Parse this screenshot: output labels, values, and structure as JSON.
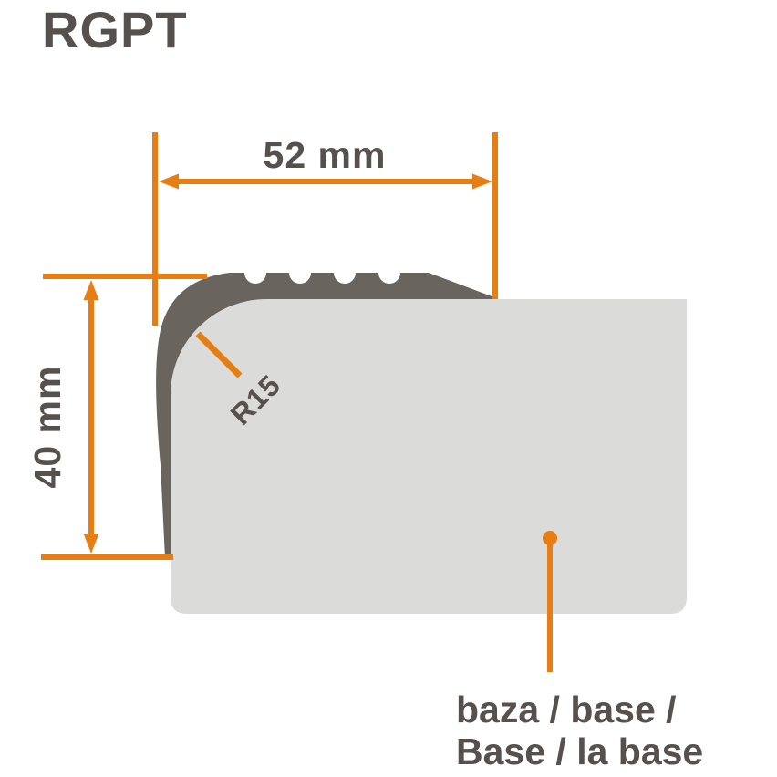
{
  "title": "RGPT",
  "colors": {
    "accent_orange": "#E67E14",
    "profile_dark_gray": "#6A645F",
    "base_light_gray": "#DBDBD9",
    "text_gray": "#57514E",
    "background": "#FFFFFF"
  },
  "dimensions": {
    "width": {
      "label": "52 mm",
      "value": 52,
      "unit": "mm"
    },
    "height": {
      "label": "40 mm",
      "value": 40,
      "unit": "mm"
    },
    "corner_radius": {
      "label": "R15",
      "value": 15,
      "unit": "mm"
    }
  },
  "callout": {
    "line1": "baza / base /",
    "line2": "Base / la base"
  }
}
